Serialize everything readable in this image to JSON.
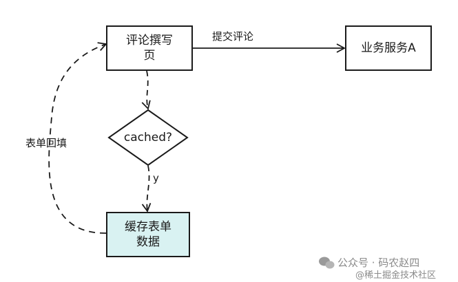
{
  "nodes": {
    "comment_page": "评论撰写\n页",
    "service_a": "业务服务A",
    "decision": "cached?",
    "cache": "缓存表单\n数据"
  },
  "edges": {
    "submit": "提交评论",
    "yes": "y",
    "refill": "表单回填"
  },
  "colors": {
    "stroke": "#1a1a1a",
    "cache_fill": "#d9f2f2",
    "watermark": "#8a8a8a"
  },
  "watermark": {
    "account": "公众号 · 码农赵四",
    "community": "@稀土掘金技术社区"
  }
}
